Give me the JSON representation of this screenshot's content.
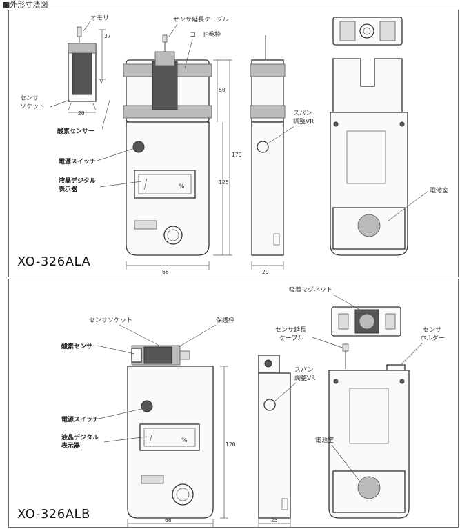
{
  "header": {
    "text": "■外形寸法図"
  },
  "panel_a": {
    "model": "XO-326ALA",
    "labels": {
      "weight": "オモリ",
      "sensor_cable": "センサ延長ケーブル",
      "cord_holder": "コード巻枠",
      "sensor_socket_1": "センサ",
      "sensor_socket_2": "ソケット",
      "oxygen_sensor": "酸素センサー",
      "power_switch": "電源スイッチ",
      "lcd_1": "液晶デジタル",
      "lcd_2": "表示器",
      "span_1": "スパン",
      "span_2": "調整VR",
      "battery": "電池室",
      "percent": "%"
    },
    "dims": {
      "d37": "37",
      "d20": "20",
      "d66": "66",
      "d29": "29",
      "d175": "175",
      "d125": "125",
      "d50": "50"
    }
  },
  "panel_b": {
    "model": "XO-326ALB",
    "labels": {
      "magnet": "吸着マグネット",
      "sensor_socket": "センサソケット",
      "protective": "保護枠",
      "oxygen_sensor": "酸素センサ",
      "sensor_cable_1": "センサ延長",
      "sensor_cable_2": "ケーブル",
      "sensor_holder_1": "センサ",
      "sensor_holder_2": "ホルダー",
      "span_1": "スパン",
      "span_2": "調整VR",
      "power_switch": "電源スイッチ",
      "lcd_1": "液晶デジタル",
      "lcd_2": "表示器",
      "battery": "電池室",
      "percent": "%"
    },
    "dims": {
      "d66": "66",
      "d25": "25",
      "d120": "120"
    }
  }
}
